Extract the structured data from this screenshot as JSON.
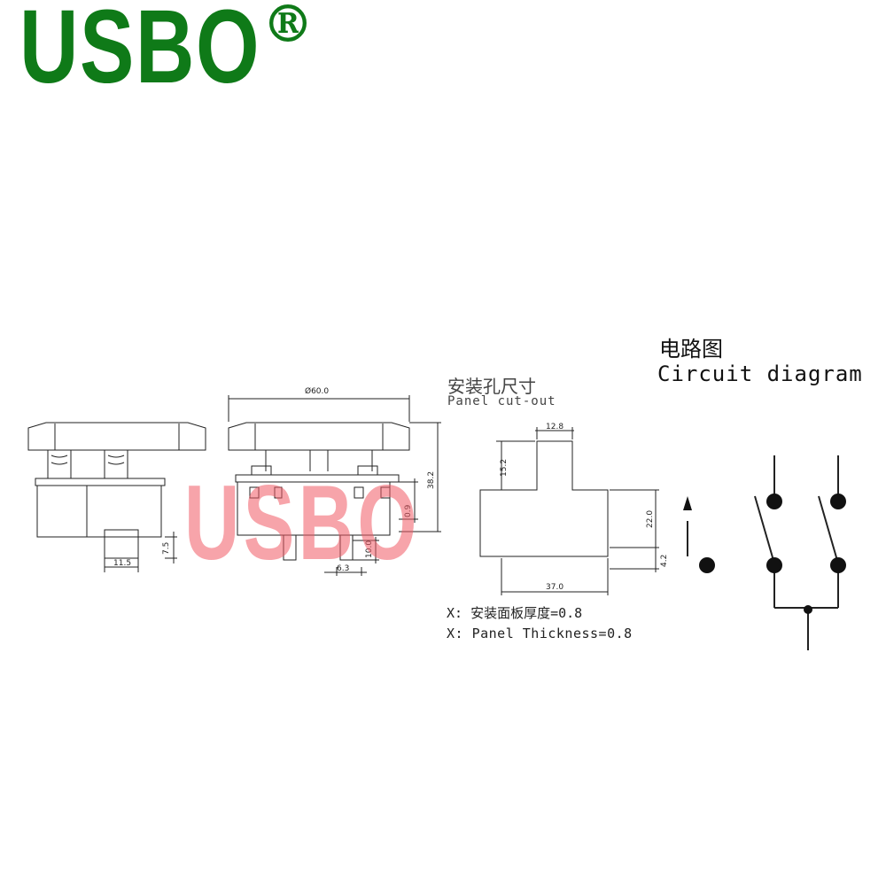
{
  "brand": {
    "logo_text": "USBO",
    "registered_mark": "®",
    "watermark": "USBO",
    "color": "#0f7a18",
    "watermark_color": "#f05a64"
  },
  "panel_cutout": {
    "title_cn": "安装孔尺寸",
    "title_en": "Panel cut-out",
    "dim_top": "12.8",
    "dim_left": "15.2",
    "dim_right": "22.0",
    "dim_right_small": "4.2",
    "dim_bottom": "37.0"
  },
  "switch_drawing": {
    "dim_diameter": "Ø60.0",
    "dim_height": "38.2",
    "dim_9": "0.9",
    "dim_10": "10.0",
    "dim_63": "6.3",
    "dim_115": "11.5",
    "dim_75": "7.5"
  },
  "circuit": {
    "title_cn": "电路图",
    "title_en": "Circuit diagram"
  },
  "notes": {
    "thickness_cn": "X: 安装面板厚度=0.8",
    "thickness_en": "X: Panel Thickness=0.8"
  }
}
